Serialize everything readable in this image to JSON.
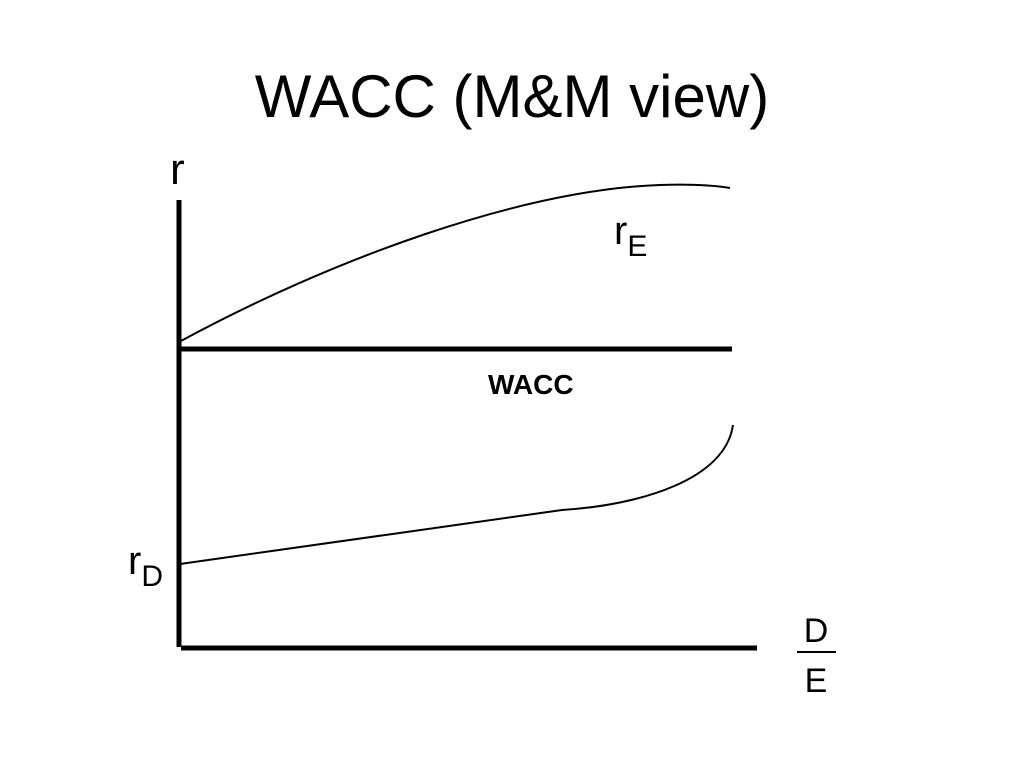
{
  "slide": {
    "title": "WACC (M&M view)"
  },
  "diagram": {
    "y_axis_label": "r",
    "x_axis_label": {
      "numerator": "D",
      "denominator": "E"
    },
    "curves": {
      "equity": {
        "symbol": "r",
        "subscript": "E"
      },
      "wacc": {
        "label": "WACC"
      },
      "debt": {
        "symbol": "r",
        "subscript": "D"
      }
    },
    "colors": {
      "ink": "#000000",
      "background": "#ffffff"
    }
  }
}
